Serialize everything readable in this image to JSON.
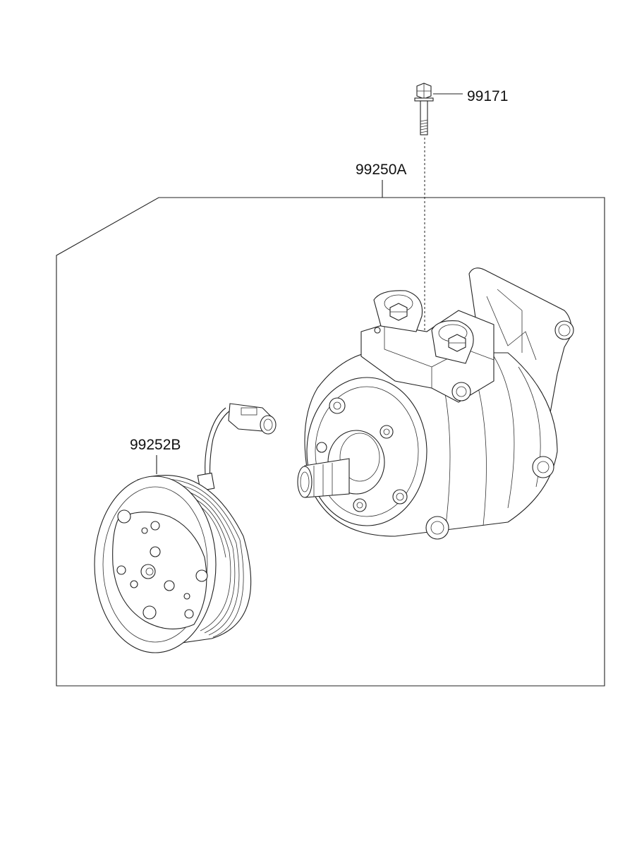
{
  "diagram": {
    "parts": [
      {
        "id": "bolt",
        "label": "99171"
      },
      {
        "id": "compressor_assembly",
        "label": "99250A"
      },
      {
        "id": "clutch_pulley",
        "label": "99252B"
      }
    ]
  }
}
